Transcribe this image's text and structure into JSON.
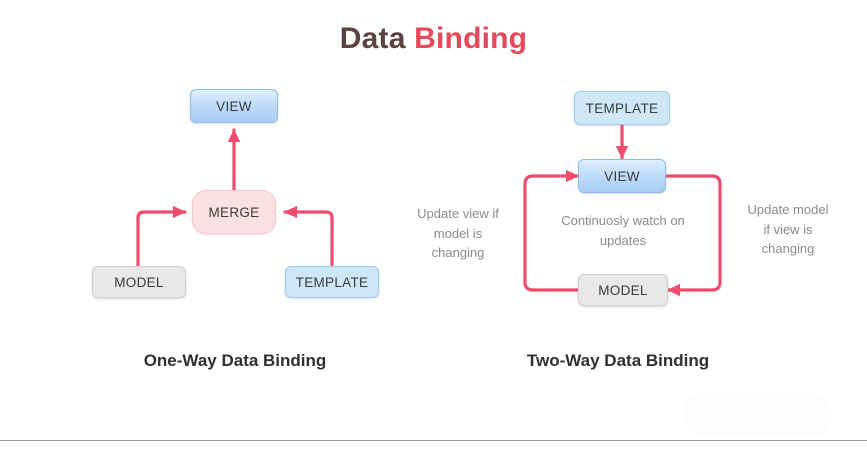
{
  "title": {
    "part1": "Data ",
    "part2": "Binding",
    "color_dark": "#5c4244",
    "color_accent": "#e4495c"
  },
  "palette": {
    "arrow": "#ef4c6d",
    "view_fill": "#bcd9f7",
    "template_fill": "#cde7f7",
    "model_fill": "#e8e8e8",
    "merge_fill": "#fce0e4",
    "annotation_text": "#8b8b8f",
    "caption_text": "#30302f"
  },
  "diagrams": [
    {
      "id": "one-way",
      "caption": "One-Way Data Binding",
      "nodes": [
        {
          "id": "view",
          "label": "VIEW"
        },
        {
          "id": "merge",
          "label": "MERGE"
        },
        {
          "id": "model",
          "label": "MODEL"
        },
        {
          "id": "template",
          "label": "TEMPLATE"
        }
      ],
      "edges": [
        {
          "from": "merge",
          "to": "view",
          "arrow": "up"
        },
        {
          "from": "model",
          "to": "merge",
          "arrow": "right"
        },
        {
          "from": "template",
          "to": "merge",
          "arrow": "left"
        }
      ]
    },
    {
      "id": "two-way",
      "caption": "Two-Way Data Binding",
      "nodes": [
        {
          "id": "template",
          "label": "TEMPLATE"
        },
        {
          "id": "view",
          "label": "VIEW"
        },
        {
          "id": "model",
          "label": "MODEL"
        }
      ],
      "edges": [
        {
          "from": "template",
          "to": "view",
          "arrow": "down"
        },
        {
          "from": "model",
          "to": "view",
          "arrow": "right"
        },
        {
          "from": "view",
          "to": "model",
          "arrow": "left"
        }
      ],
      "annotations": [
        {
          "id": "left",
          "text": "Update view if\nmodel is\nchanging"
        },
        {
          "id": "center",
          "text": "Continuosly watch on\nupdates"
        },
        {
          "id": "right",
          "text": "Update model\nif view is\nchanging"
        }
      ]
    }
  ]
}
